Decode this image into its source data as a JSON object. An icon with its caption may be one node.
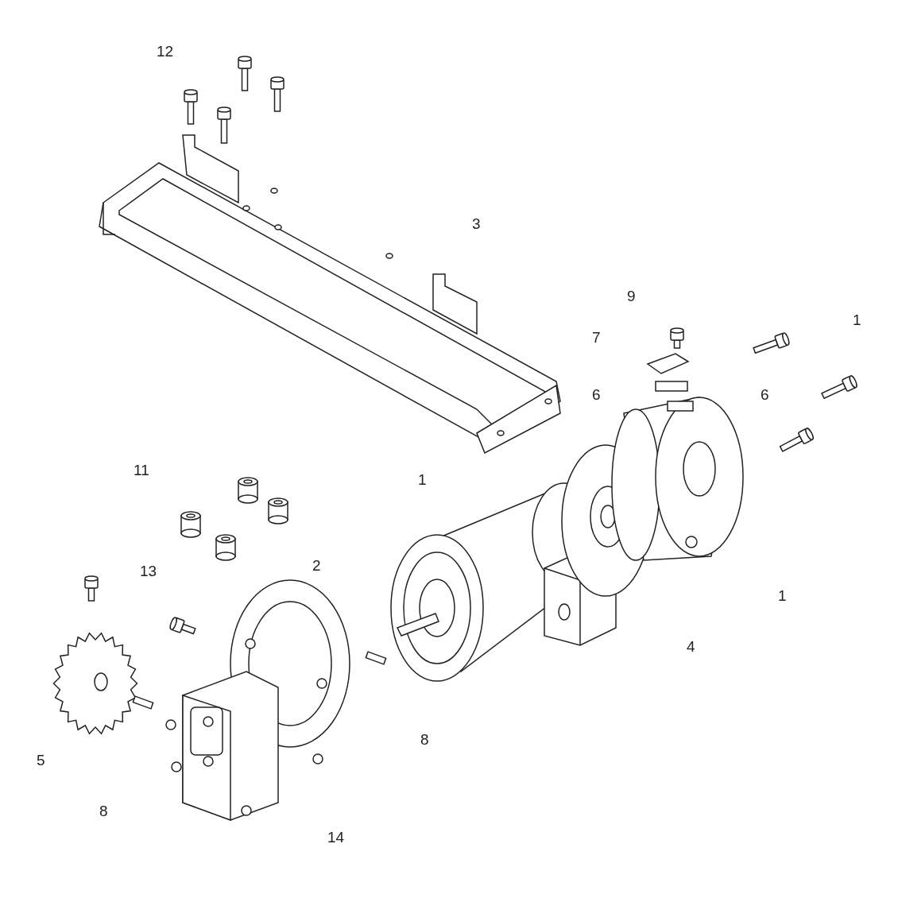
{
  "diagram": {
    "labels": [
      "12",
      "3",
      "9",
      "1",
      "7",
      "6",
      "6",
      "11",
      "1",
      "2",
      "13",
      "1",
      "4",
      "8",
      "5",
      "8",
      "14"
    ]
  }
}
